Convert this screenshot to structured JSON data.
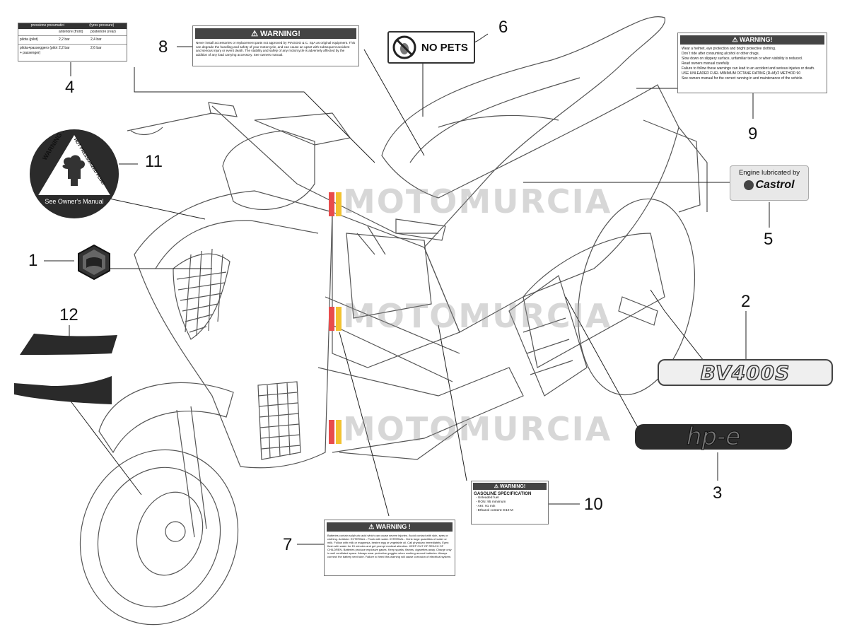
{
  "watermark": "MOTOMURCIA",
  "callouts": [
    "1",
    "2",
    "3",
    "4",
    "5",
    "6",
    "7",
    "8",
    "9",
    "10",
    "11",
    "12"
  ],
  "label4": {
    "header": [
      "pressione pneumatici",
      "(tyres pressure)"
    ],
    "cols": [
      "anteriore (front)",
      "posteriore (rear)"
    ],
    "rows": [
      {
        "who": "pilota (pilot)",
        "front": "2,2 bar",
        "rear": "2,4 bar"
      },
      {
        "who": "pilota+passeggero (pilot + passenger)",
        "front": "2,2 bar",
        "rear": "2,6 bar"
      }
    ]
  },
  "label8": {
    "title": "⚠ WARNING!",
    "body": "Never install accessories or replacement parts not approved by PIAGGIO & C. SpA as original equipment. This can degrade the handling and safety of your motorcycle, and can cause an upset with subsequent accident and serious injury or event death. The stability and safety of any motorcycle is adversely affected by the addition of any load carrying accessory. See owners manual."
  },
  "label6": {
    "text": "NO PETS"
  },
  "label9": {
    "title": "⚠ WARNING!",
    "lines": [
      "Wear a helmet, eye protection and bright protective clothing.",
      "Don´t ride after consuming alcohol or other drugs.",
      "Slow down on slippery surface, unfamiliar terrain or when visibility is reduced.",
      "Read owners manual carefully",
      "Failure to follow these warnings can lead to an accident and serious injuries or death.",
      "USE UNLEADED FUEL MINIMUM OCTANE RATING (R+M)/2 METHOD 90",
      "See owners manual for the correct running in and maintenance of the vehicle."
    ]
  },
  "label11": {
    "top": "WARNING !",
    "side": "HOT PRESSURIZED FLUID",
    "bottom": "See Owner's Manual"
  },
  "label5": {
    "top": "Engine lubricated by",
    "brand": "Castrol"
  },
  "label2": {
    "text": "BV400S"
  },
  "label3": {
    "text": "hp-e"
  },
  "label10": {
    "title": "⚠ WARNING!",
    "heading": "GASOLINE SPECIFICATION",
    "lines": [
      "- Unleaded fuel",
      "- RON: 95 minimum",
      "- AKI: 91 min",
      "- Ethanol content: E10 M"
    ]
  },
  "label7": {
    "title": "⚠ WARNING !",
    "body": "Batteries contain sulphuric acid which can cause severe injuries. Avoid contact with skin, eyes or clothing. Antidote: EXTERNAL - Flush with water. INTERNAL - Drink large quantities of water or milk. Follow with milk or magnesia, beaten egg or vegetable oil. Call physician immediately. Eyes: flush with water for 15 minutes and get prompt medical attention. KEEP OUT OF REACH OF CHILDREN. Batteries produce explosive gases. Keep sparks, flames, cigarettes away. Charge only in well ventilated space. Always wear protective goggles when working around batteries. Always connect the battery vent tube. Failure to heed this warning will cause corrosion of electrical system."
  }
}
